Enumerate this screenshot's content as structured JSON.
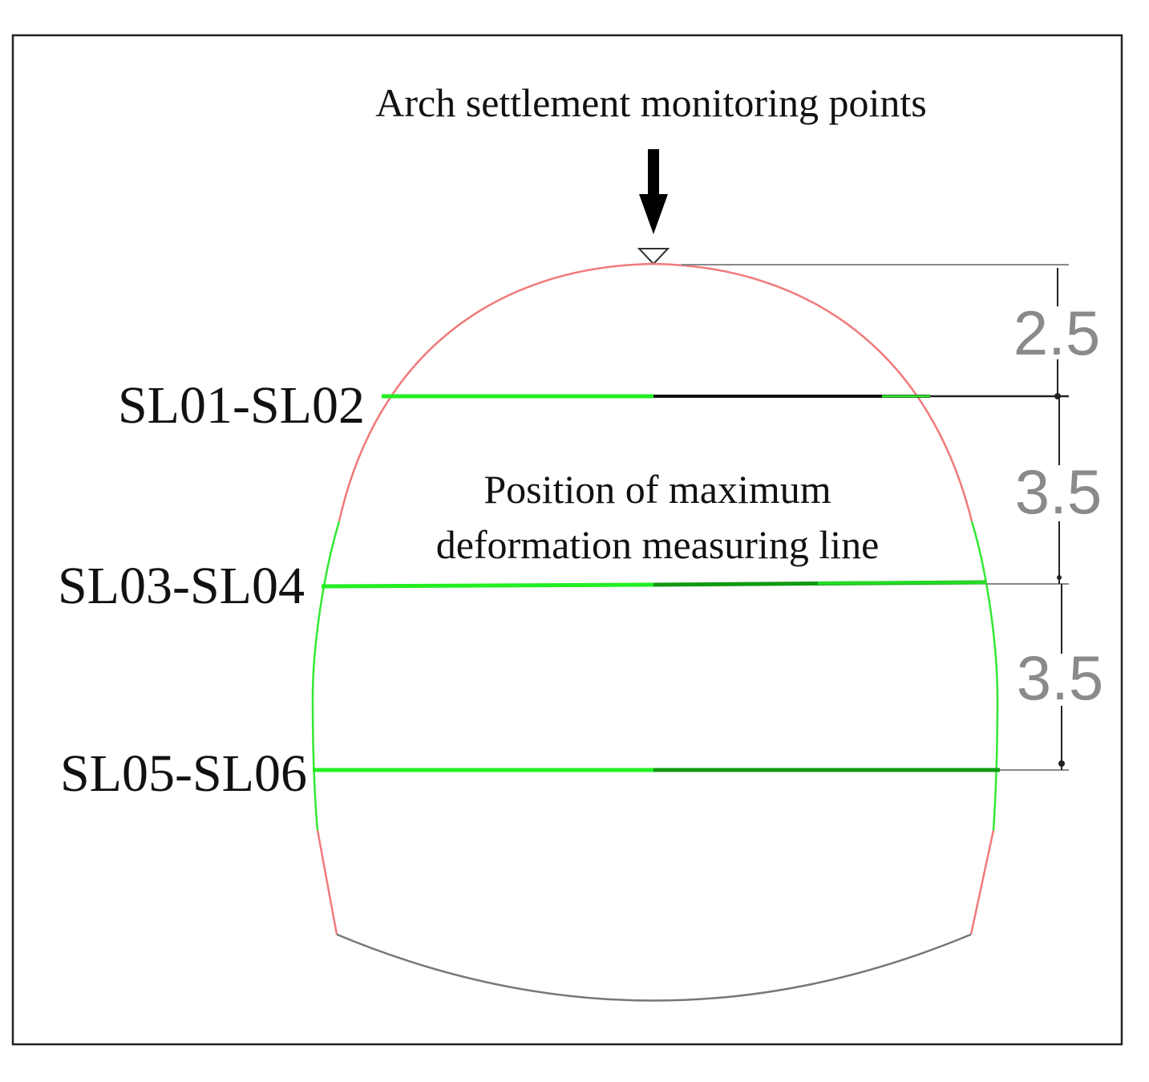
{
  "annotations": {
    "arch_settlement": "Arch settlement monitoring points",
    "max_deformation_line1": "Position of maximum",
    "max_deformation_line2": "deformation measuring line"
  },
  "measuring_lines": [
    {
      "label": "SL01-SL02"
    },
    {
      "label": "SL03-SL04"
    },
    {
      "label": "SL05-SL06"
    }
  ],
  "dimensions": [
    {
      "value": "2.5"
    },
    {
      "value": "3.5"
    },
    {
      "value": "3.5"
    }
  ],
  "colors": {
    "arch_upper": "#f07a7a",
    "side_wall_zone": "#33e833",
    "measuring_line_left": "#22ee22",
    "measuring_line_right": "#119911",
    "invert": "#777777",
    "dimension": "#888888",
    "frame": "#222222"
  }
}
